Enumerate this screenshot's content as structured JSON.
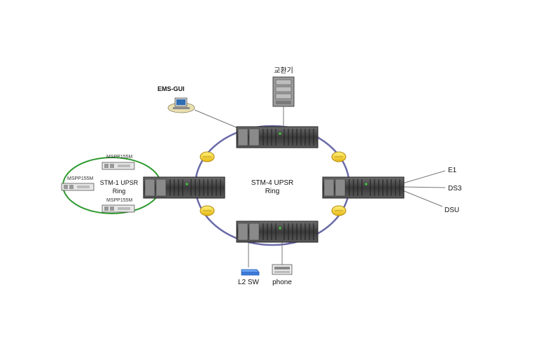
{
  "center_ring": {
    "line1": "STM-4 UPSR",
    "line2": "Ring"
  },
  "sub_ring": {
    "line1": "STM-1 UPSR",
    "line2": "Ring"
  },
  "nodes": {
    "mspp_top": "MSPP155M",
    "mspp_left": "MSPP155M",
    "mspp_bottom": "MSPP155M"
  },
  "exchange": "교환기",
  "ems": "EMS-GUI",
  "links": {
    "e1": "E1",
    "ds3": "DS3",
    "dsu": "DSU"
  },
  "devices": {
    "l2sw": "L2 SW",
    "phone": "phone"
  },
  "colors": {
    "ring": "#6a6aa8",
    "sub_ring": "#2e9a2e",
    "node_dark": "#4a4a4a",
    "node_led": "#3bd23b",
    "amp_fill": "#f2d21a",
    "amp_stroke": "#b58a10",
    "switch_blue": "#3d7de0"
  }
}
